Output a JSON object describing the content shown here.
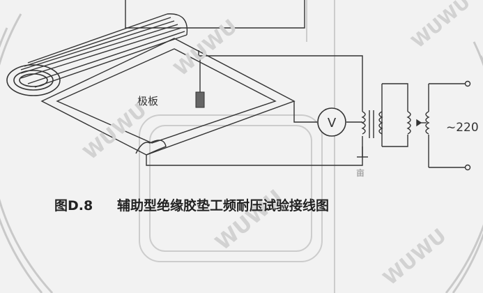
{
  "labels": {
    "electrode": "极板",
    "voltmeter": "V",
    "supply": "~220",
    "ground": "亩"
  },
  "caption": {
    "number": "图D.8",
    "text": "辅助型绝缘胶垫工频耐压试验接线图"
  },
  "watermark": {
    "text": "WUWU",
    "color": "#d0d0d0"
  },
  "colors": {
    "line": "#333333",
    "background": "#f2f2f2",
    "electrode_fill": "#666666"
  }
}
